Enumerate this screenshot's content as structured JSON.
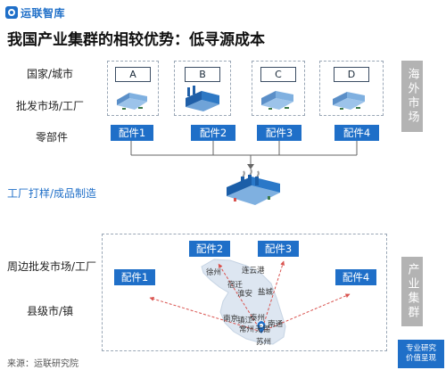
{
  "brand": {
    "logo_text": "运联智库"
  },
  "title": "我国产业集群的相较优势：低寻源成本",
  "rows": {
    "country_city": "国家/城市",
    "wholesale": "批发市场/工厂",
    "parts": "零部件",
    "factory": "工厂打样/成品制造",
    "nearby": "周边批发市场/工厂",
    "county": "县级市/镇"
  },
  "overseas": {
    "tag": "海外市场",
    "cities": [
      "A",
      "B",
      "C",
      "D"
    ],
    "parts": [
      "配件1",
      "配件2",
      "配件3",
      "配件4"
    ]
  },
  "cluster": {
    "tag": "产业集群",
    "parts": [
      "配件1",
      "配件2",
      "配件3",
      "配件4"
    ],
    "map_cities": [
      "徐州",
      "连云港",
      "宿迁",
      "淮安",
      "盐城",
      "南京",
      "镇江",
      "泰州",
      "南通",
      "常州",
      "无锡",
      "苏州"
    ]
  },
  "source": "来源：运联研究院",
  "badge": {
    "line1": "专业研究",
    "line2": "价值呈现"
  },
  "colors": {
    "accent": "#1f6fc8",
    "tag_gray": "#b3b3b3",
    "arrow_red": "#d9534f",
    "map_fill": "#dde6f1"
  },
  "icons": [
    "logo-icon",
    "warehouse-icon",
    "factory-icon",
    "location-pin-icon"
  ]
}
